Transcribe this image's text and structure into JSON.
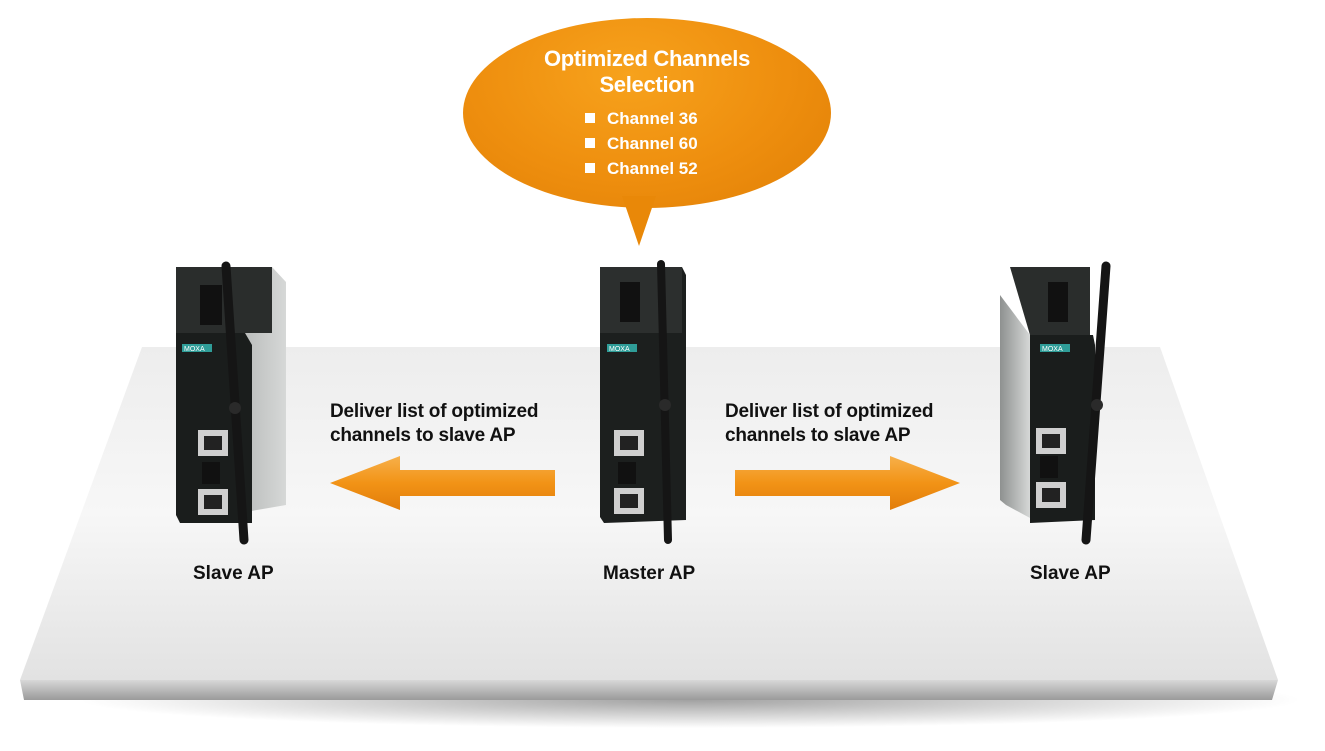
{
  "bubble": {
    "title_line1": "Optimized Channels",
    "title_line2": "Selection",
    "channels": [
      "Channel 36",
      "Channel 60",
      "Channel 52"
    ]
  },
  "messages": {
    "left": {
      "line1": "Deliver list of optimized",
      "line2": "channels to slave AP"
    },
    "right": {
      "line1": "Deliver list of optimized",
      "line2": "channels to slave AP"
    }
  },
  "devices": {
    "slave_left": "Slave AP",
    "master": "Master AP",
    "slave_right": "Slave AP",
    "brand_text": "MOXA"
  },
  "colors": {
    "bubble": "#ee8e0e",
    "arrow": "#f39a1d",
    "device_body": "#1a1d1c",
    "platform": "#e9e9e9"
  }
}
